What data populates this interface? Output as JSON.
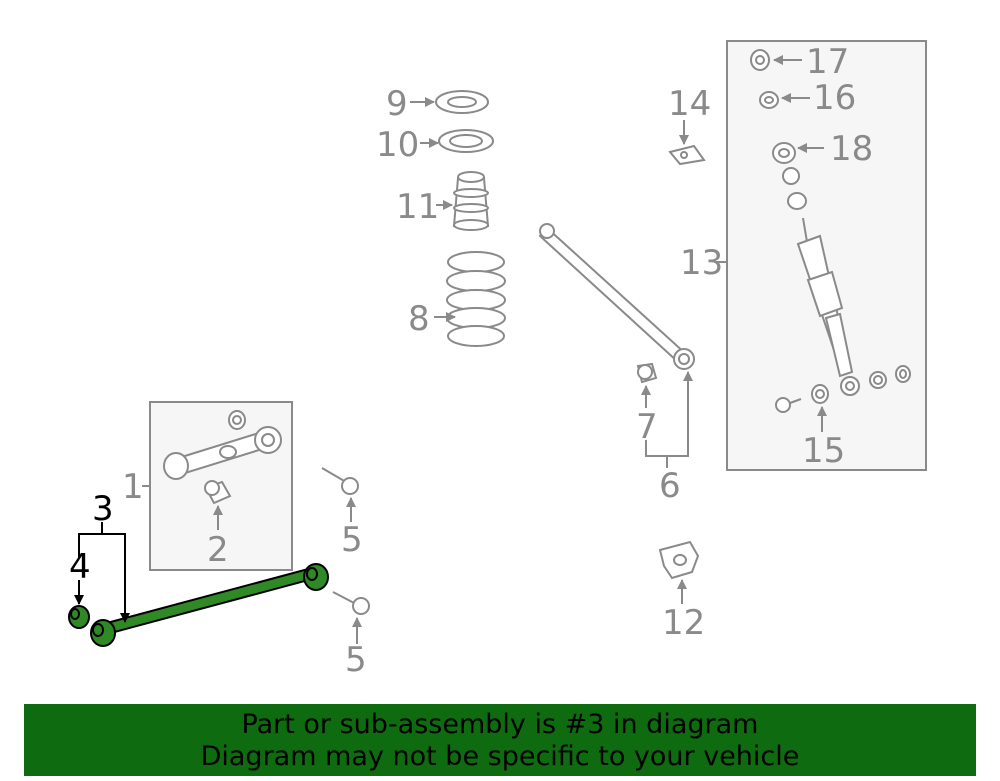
{
  "labels": {
    "p1": "1",
    "p2": "2",
    "p3": "3",
    "p4": "4",
    "p5a": "5",
    "p5b": "5",
    "p6": "6",
    "p7": "7",
    "p8": "8",
    "p9": "9",
    "p10": "10",
    "p11": "11",
    "p12": "12",
    "p13": "13",
    "p14": "14",
    "p15": "15",
    "p16": "16",
    "p17": "17",
    "p18": "18"
  },
  "highlighted_part": "3",
  "colors": {
    "highlight": "#2f8a25",
    "banner": "#0f6b0f",
    "line": "#8a8a8a"
  },
  "banner": {
    "line1": "Part or sub-assembly is #3 in diagram",
    "line2": "Diagram may not be specific to your vehicle"
  }
}
